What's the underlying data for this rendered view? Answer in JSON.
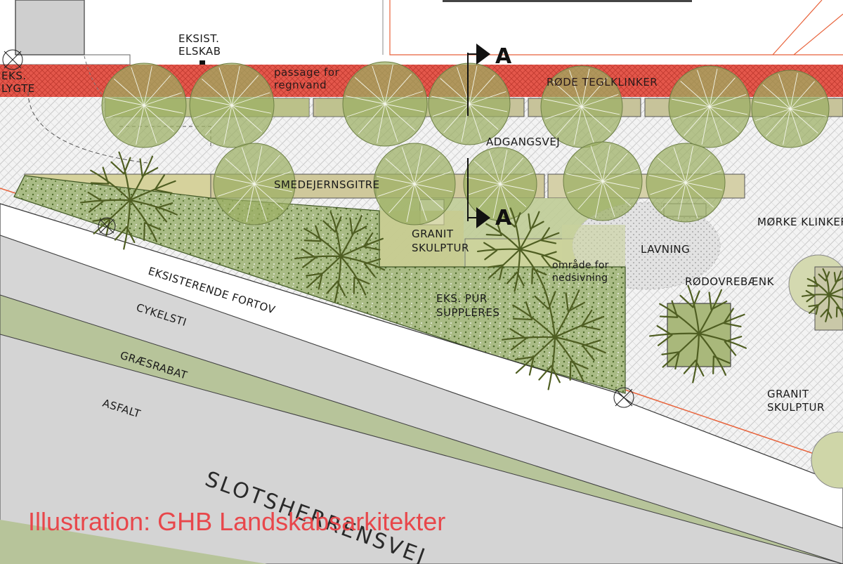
{
  "labels": {
    "eksist_elskab_1": "EKSIST.",
    "eksist_elskab_2": "ELSKAB",
    "eks_lygte_1": "EKS.",
    "eks_lygte_2": "LYGTE",
    "passage_1": "passage for",
    "passage_2": "regnvand",
    "rode_teglklinker": "RØDE TEGLKLINKER",
    "adgangsvej": "ADGANGSVEJ",
    "smedejernsgitre": "SMEDEJERNSGITRE",
    "granit_skulptur_1a": "GRANIT",
    "granit_skulptur_1b": "SKULPTUR",
    "lavning": "LAVNING",
    "omrade_1": "område for",
    "omrade_2": "nedsivning",
    "morke_klinker": "MØRKE KLINKER",
    "rodovrebaenk": "RØDOVREBÆNK",
    "eks_pur_1": "EKS. PUR",
    "eks_pur_2": "SUPPLERES",
    "eksisterende_fortov": "EKSISTERENDE FORTOV",
    "cykelsti": "CYKELSTI",
    "graesrabat": "GRÆSRABAT",
    "asfalt": "ASFALT",
    "granit_skulptur_2a": "GRANIT",
    "granit_skulptur_2b": "SKULPTUR",
    "road_name": "SLOTSHERRENSVEJ",
    "section_marker_top": "A",
    "section_marker_bottom": "A"
  },
  "credit": "Illustration: GHB Landskabsarkitekter",
  "colors": {
    "brick_red": "#e0574c",
    "grass_green": "#b7c49a",
    "road_grey": "#d6d6d6",
    "hedge_green": "#9fb27c",
    "paving": "#f0f0f0",
    "orange_line": "#e8623a",
    "canopy": "#8fa45a",
    "credit_red": "#e8474b"
  },
  "icons": [
    "tree-canopy-icon",
    "deciduous-tree-icon",
    "section-arrow-icon",
    "street-lamp-icon"
  ]
}
